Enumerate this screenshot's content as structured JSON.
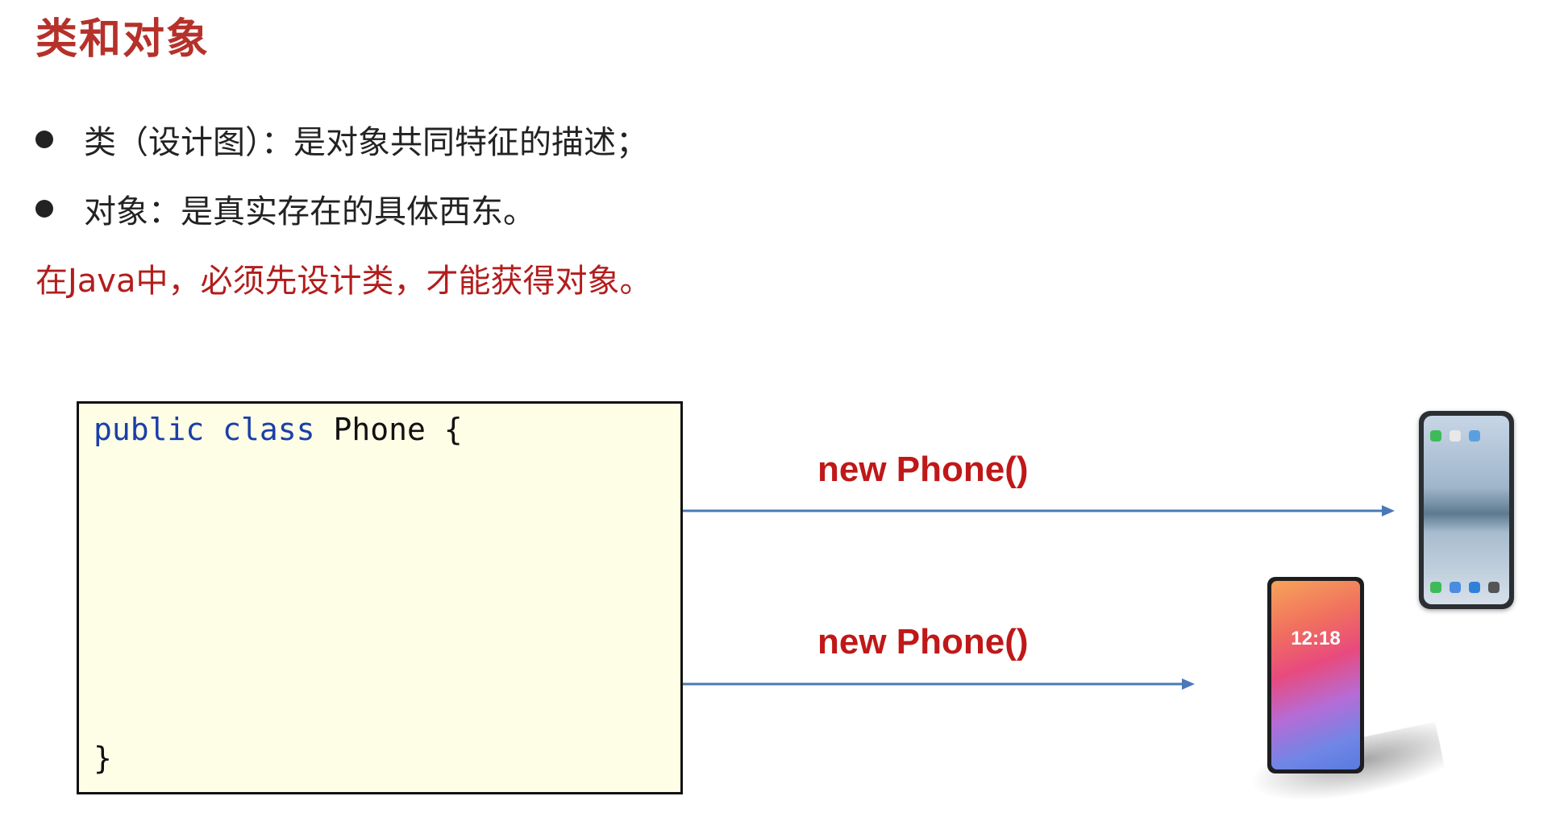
{
  "slide": {
    "title": "类和对象",
    "bullets": [
      "类（设计图）：是对象共同特征的描述；",
      "对象：是真实存在的具体西东。"
    ],
    "note": "在Java中，必须先设计类，才能获得对象。"
  },
  "code": {
    "kw_public": "public",
    "kw_class": "class",
    "class_name": "Phone",
    "open_brace": "{",
    "close_brace": "}"
  },
  "arrows": [
    {
      "label": "new Phone()"
    },
    {
      "label": "new Phone()"
    }
  ],
  "phones": {
    "second_clock": "12:18"
  },
  "colors": {
    "title": "#b5312a",
    "note": "#b31d1d",
    "keyword": "#1a3fa8",
    "arrow": "#4a78b8",
    "arrow_label": "#c01818",
    "code_bg": "#fefde6"
  }
}
